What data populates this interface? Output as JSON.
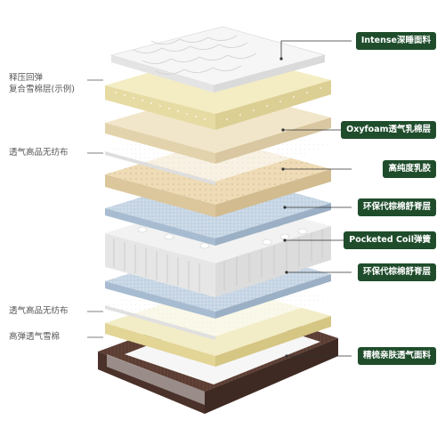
{
  "labels_right": [
    "Intense深睡面料",
    "Oxyfoam透气乳棉层",
    "高纯度乳胶",
    "环保代棕棉舒脊层",
    "Pocketed Coil弹簧",
    "环保代棕棉舒脊层",
    "精梳亲肤透气面料"
  ],
  "labels_left": {
    "recovery_line1": "释压回弹",
    "recovery_line2": "复合雪棉层(示例)",
    "nonwoven_top": "透气高品无纺布",
    "nonwoven_bottom": "透气高品无纺布",
    "high_resilience": "高弹透气雪棉"
  },
  "colors": {
    "tag_bg": "#1f4d2c",
    "tag_text": "#ffffff",
    "quilt": "#f4f4f4",
    "foam_yellow": "#efe6b8",
    "latex": "#ecd9b4",
    "blue_fiber": "#c9d8e6",
    "nonwoven": "#f2f2f2",
    "base_brown": "#5b3d33"
  }
}
